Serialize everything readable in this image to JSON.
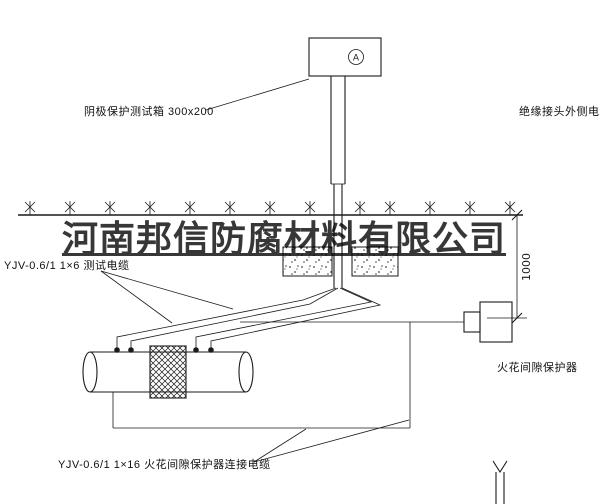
{
  "drawing": {
    "watermark": "河南邦信防腐材料有限公司",
    "annotations": {
      "test_box_label": "阴极保护测试箱 300x200",
      "insulated_joint_cable_label": "绝缘接头外侧电缆",
      "test_cable_label": "YJV-0.6/1 1×6  测试电缆",
      "spark_gap_label": "火花间隙保护器",
      "spark_gap_cable_label": "YJV-0.6/1 1×16  火花间隙保护器连接电缆",
      "ammeter_symbol": "A",
      "dimension_depth": "1000"
    },
    "colors": {
      "line": "#1a1a1a",
      "background": "#ffffff",
      "watermark": "#000000"
    }
  }
}
